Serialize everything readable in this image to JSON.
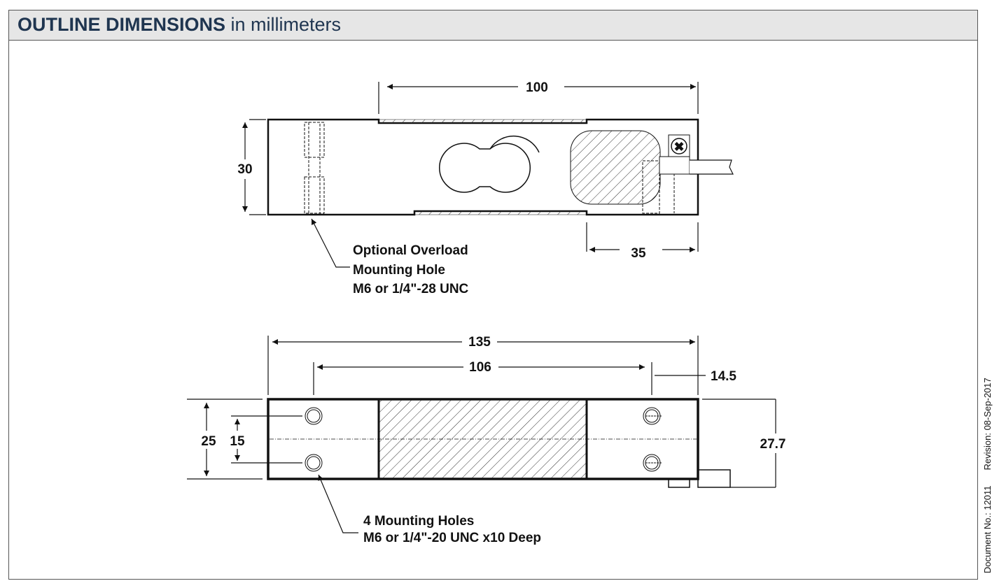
{
  "header": {
    "title_bold": "OUTLINE DIMENSIONS",
    "title_unit": "in millimeters"
  },
  "top_view": {
    "dim_length_strain": "100",
    "dim_height": "30",
    "dim_end": "35",
    "note_lines": [
      "Optional Overload",
      "Mounting Hole",
      "M6 or 1/4\"-28 UNC"
    ]
  },
  "bottom_view": {
    "dim_overall": "135",
    "dim_hole_spacing": "106",
    "dim_offset": "14.5",
    "dim_width": "25",
    "dim_hole_width": "15",
    "dim_cable_height": "27.7",
    "note_lines": [
      "4 Mounting Holes",
      "M6 or 1/4\"-20 UNC x10 Deep"
    ]
  },
  "footer": {
    "document_no": "Document No.: 12011",
    "revision": "Revision: 08-Sep-2017"
  },
  "colors": {
    "title": "#1f3550",
    "header_bg": "#e6e6e6"
  }
}
